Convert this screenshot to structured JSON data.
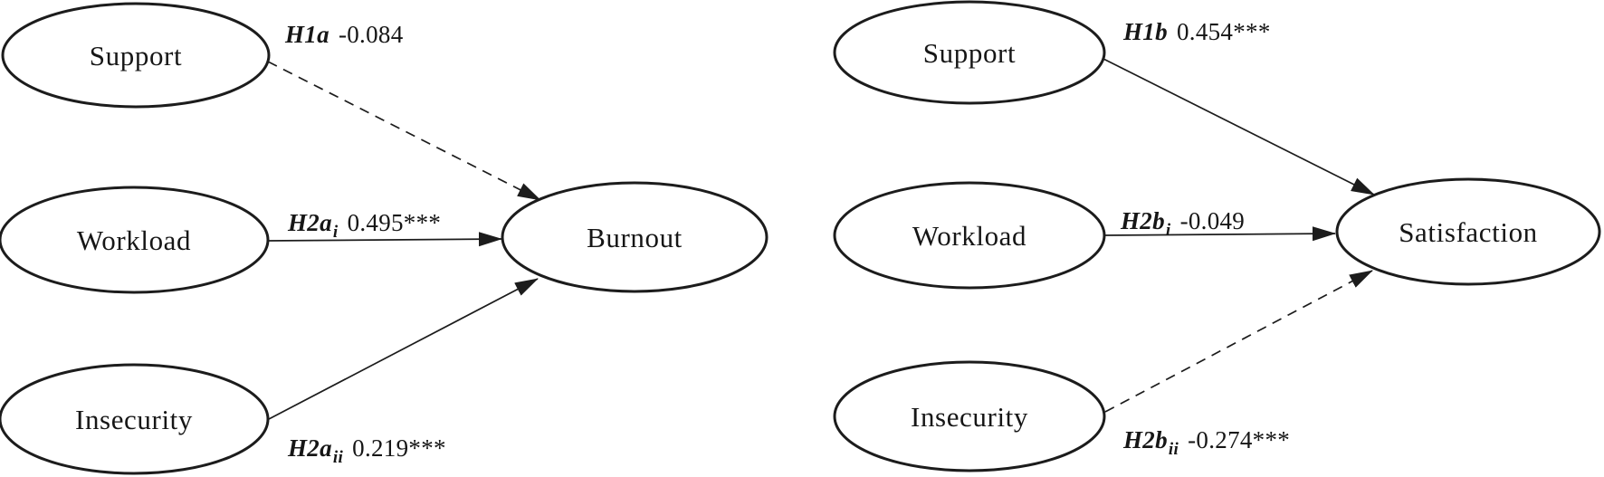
{
  "figure": {
    "background_color": "#ffffff",
    "ink_color": "#1c1c1c",
    "type": "path-model-diagram"
  },
  "models": [
    {
      "name": "burnout-model",
      "outcome": "Burnout",
      "predictors": [
        "Support",
        "Workload",
        "Insecurity"
      ],
      "paths": [
        {
          "from": "Support",
          "to": "Burnout",
          "hypothesis": "H1a",
          "subscript": "",
          "estimate": "-0.084",
          "line_style": "dashed"
        },
        {
          "from": "Workload",
          "to": "Burnout",
          "hypothesis": "H2a",
          "subscript": "i",
          "estimate": "0.495***",
          "line_style": "solid"
        },
        {
          "from": "Insecurity",
          "to": "Burnout",
          "hypothesis": "H2a",
          "subscript": "ii",
          "estimate": "0.219***",
          "line_style": "solid"
        }
      ]
    },
    {
      "name": "satisfaction-model",
      "outcome": "Satisfaction",
      "predictors": [
        "Support",
        "Workload",
        "Insecurity"
      ],
      "paths": [
        {
          "from": "Support",
          "to": "Satisfaction",
          "hypothesis": "H1b",
          "subscript": "",
          "estimate": "0.454***",
          "line_style": "solid"
        },
        {
          "from": "Workload",
          "to": "Satisfaction",
          "hypothesis": "H2b",
          "subscript": "i",
          "estimate": "-0.049",
          "line_style": "solid"
        },
        {
          "from": "Insecurity",
          "to": "Satisfaction",
          "hypothesis": "H2b",
          "subscript": "ii",
          "estimate": "-0.274***",
          "line_style": "dashed"
        }
      ]
    }
  ]
}
